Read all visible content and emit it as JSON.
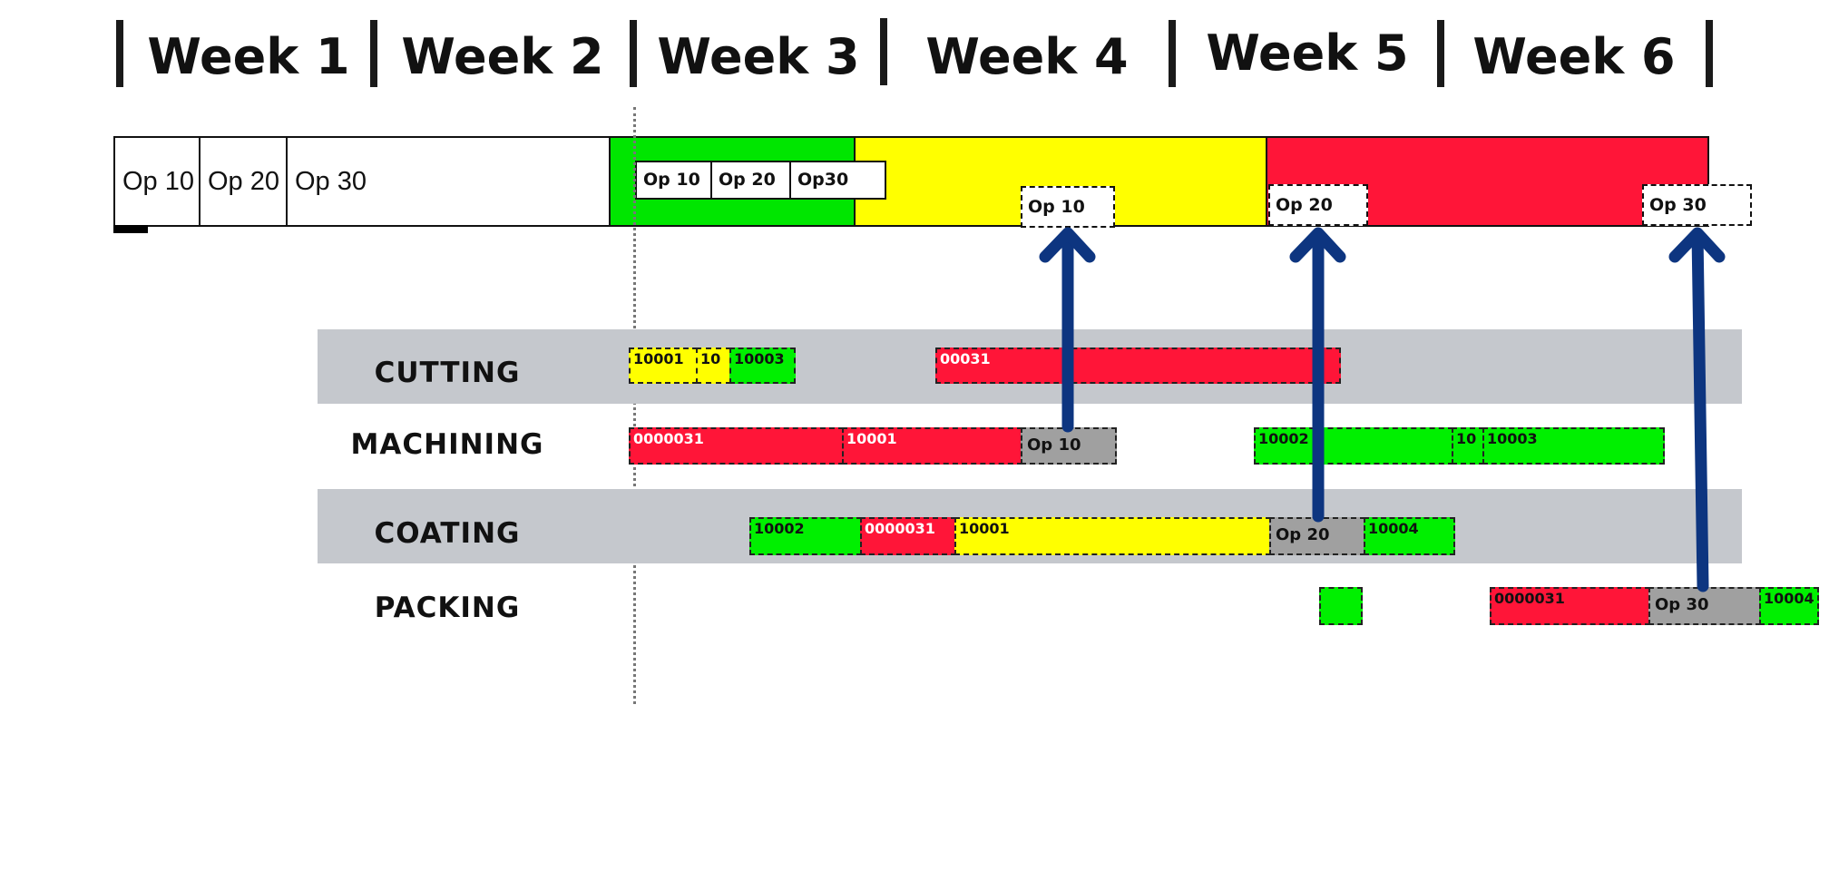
{
  "weeks": [
    "Week 1",
    "Week 2",
    "Week 3",
    "Week 4",
    "Week 5",
    "Week 6"
  ],
  "top_bar": {
    "ops": [
      "Op 10",
      "Op 20",
      "Op 30"
    ],
    "current_ops": [
      "Op 10",
      "Op 20",
      "Op30"
    ],
    "callouts": [
      "Op 10",
      "Op 20",
      "Op 30"
    ],
    "phase_colors": {
      "done": "#ffffff",
      "green": "#00e600",
      "yellow": "#ffff00",
      "red": "#ff1538"
    }
  },
  "rows": {
    "cutting": {
      "label": "CUTTING",
      "tasks": [
        {
          "text": "10001",
          "color": "yellow"
        },
        {
          "text": "10",
          "color": "yellow"
        },
        {
          "text": "10003",
          "color": "green"
        },
        {
          "text": "00031",
          "color": "red"
        }
      ]
    },
    "machining": {
      "label": "MACHINING",
      "tasks": [
        {
          "text": "0000031",
          "color": "red"
        },
        {
          "text": "10001",
          "color": "red"
        },
        {
          "text": "Op 10",
          "color": "gray"
        },
        {
          "text": "10002",
          "color": "green"
        },
        {
          "text": "10",
          "color": "green"
        },
        {
          "text": "10003",
          "color": "green"
        }
      ]
    },
    "coating": {
      "label": "COATING",
      "tasks": [
        {
          "text": "10002",
          "color": "green"
        },
        {
          "text": "0000031",
          "color": "red"
        },
        {
          "text": "10001",
          "color": "yellow"
        },
        {
          "text": "Op 20",
          "color": "gray"
        },
        {
          "text": "10004",
          "color": "green"
        }
      ]
    },
    "packing": {
      "label": "PACKING",
      "tasks": [
        {
          "text": "",
          "color": "green"
        },
        {
          "text": "0000031",
          "color": "red"
        },
        {
          "text": "Op 30",
          "color": "gray"
        },
        {
          "text": "10004",
          "color": "green"
        }
      ]
    }
  },
  "colors": {
    "arrow": "#0d3580",
    "band": "#c5c8cd",
    "today_line": "#777777"
  }
}
